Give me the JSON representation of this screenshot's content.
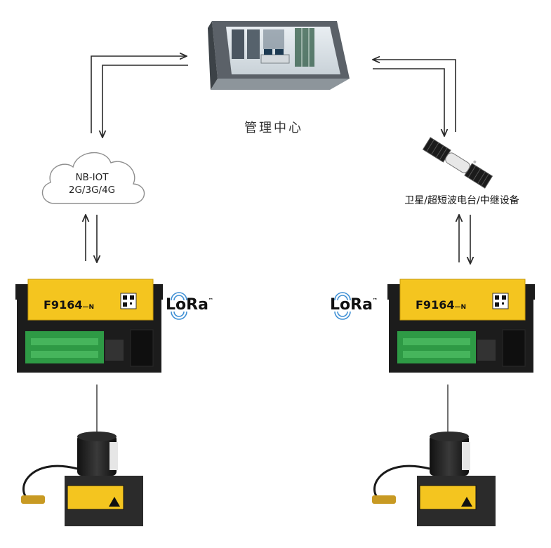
{
  "center": {
    "label": "管理中心"
  },
  "cloud": {
    "line1": "NB-IOT",
    "line2": "2G/3G/4G"
  },
  "satellite": {
    "label": "卫星/超短波电台/中继设备"
  },
  "rtu": {
    "model": "F9164",
    "suffix": "—N"
  },
  "lora": {
    "text": "LoRa",
    "tm": "™"
  },
  "colors": {
    "arrow": "#2a2a2a",
    "device_yellow": "#f4c51f",
    "terminal_green": "#2e9a45",
    "device_body": "#1c1c1c"
  }
}
